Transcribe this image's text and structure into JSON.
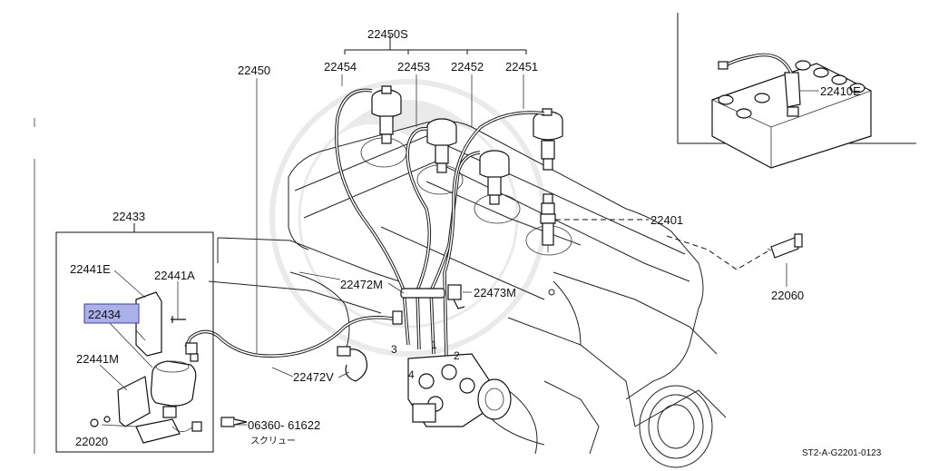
{
  "parts": {
    "p22450S": "22450S",
    "p22450": "22450",
    "p22454": "22454",
    "p22453": "22453",
    "p22452": "22452",
    "p22451": "22451",
    "p22410E": "22410E",
    "p22401": "22401",
    "p22060": "22060",
    "p22433": "22433",
    "p22441E": "22441E",
    "p22441A": "22441A",
    "p22434": "22434",
    "p22441M": "22441M",
    "p22020": "22020",
    "p22472M": "22472M",
    "p22473M": "22473M",
    "p22472V": "22472V",
    "screw_code": "06360- 61622",
    "screw_caption": "スクリュー"
  },
  "cylinder_numbers": [
    "3",
    "1",
    "2",
    "4"
  ],
  "diagram_code": "ST2-A-G2201-0123",
  "highlighted_part": "22434",
  "colors": {
    "highlight_fill": "#aab0e8",
    "highlight_border": "#3a3fb0"
  }
}
